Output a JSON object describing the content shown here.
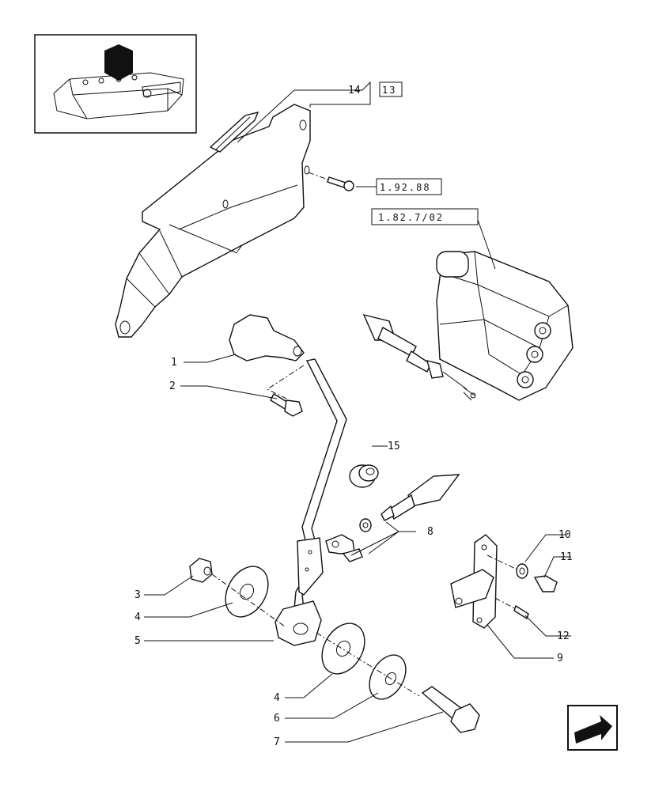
{
  "callouts": {
    "c1": "1",
    "c2": "2",
    "c3": "3",
    "c4a": "4",
    "c5": "5",
    "c4b": "4",
    "c6": "6",
    "c7": "7",
    "c8": "8",
    "c9": "9",
    "c10": "10",
    "c11": "11",
    "c12": "12",
    "c14": "14",
    "c15": "15"
  },
  "refs": {
    "r13": "13",
    "r_1_92_88": "1.92.88",
    "r_1_82_7_02": "1.82.7/02"
  },
  "icons": {
    "thumbnail": "tractor-rear-hitch-thumbnail",
    "nav": "back-arrow-icon"
  }
}
